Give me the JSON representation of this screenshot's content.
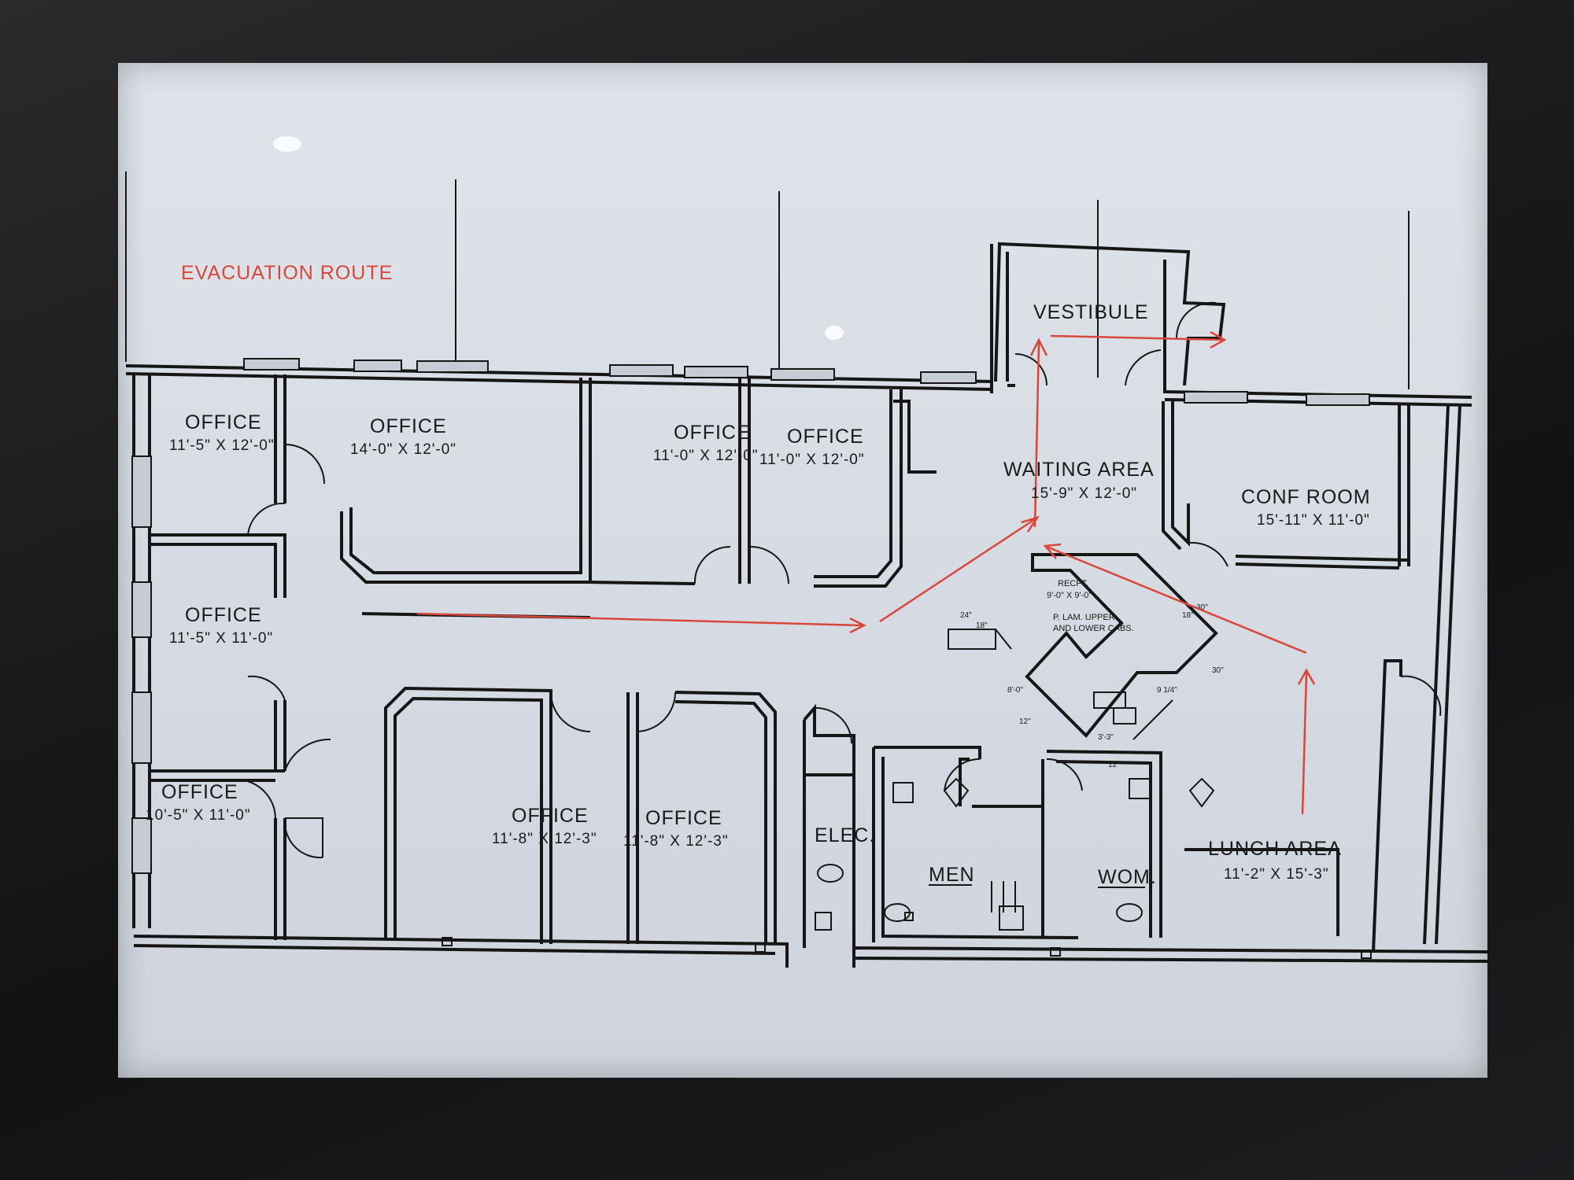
{
  "legend": {
    "title": "EVACUATION ROUTE",
    "route_color": "#d8473a"
  },
  "rooms": [
    {
      "name": "OFFICE",
      "size": "11'-5\" X 12'-0\""
    },
    {
      "name": "OFFICE",
      "size": "14'-0\" X 12'-0\""
    },
    {
      "name": "OFFICE",
      "size": "11'-0\" X 12'-0\""
    },
    {
      "name": "OFFICE",
      "size": "11'-0\" X 12'-0\""
    },
    {
      "name": "OFFICE",
      "size": "11'-5\" X 11'-0\""
    },
    {
      "name": "OFFICE",
      "size": "10'-5\" X 11'-0\""
    },
    {
      "name": "OFFICE",
      "size": "11'-8\" X 12'-3\""
    },
    {
      "name": "OFFICE",
      "size": "11'-8\" X 12'-3\""
    },
    {
      "name": "VESTIBULE",
      "size": ""
    },
    {
      "name": "WAITING AREA",
      "size": "15'-9\" X 12'-0\""
    },
    {
      "name": "CONF ROOM",
      "size": "15'-11\" X 11'-0\""
    },
    {
      "name": "LUNCH AREA",
      "size": "11'-2\" X 15'-3\""
    },
    {
      "name": "ELEC.",
      "size": ""
    },
    {
      "name": "MEN",
      "size": ""
    },
    {
      "name": "WOM.",
      "size": ""
    }
  ],
  "reception": {
    "line1": "RECPT.",
    "line2": "9'-0\" X 9'-0\"",
    "cabinet_line1": "P. LAM. UPPER",
    "cabinet_line2": "AND LOWER CABS.",
    "dims": [
      "24\"",
      "18\"",
      "30\"",
      "18\"",
      "30\"",
      "8'-0\"",
      "12\"",
      "3'-3\"",
      "9 1/4\"",
      "12\""
    ]
  }
}
